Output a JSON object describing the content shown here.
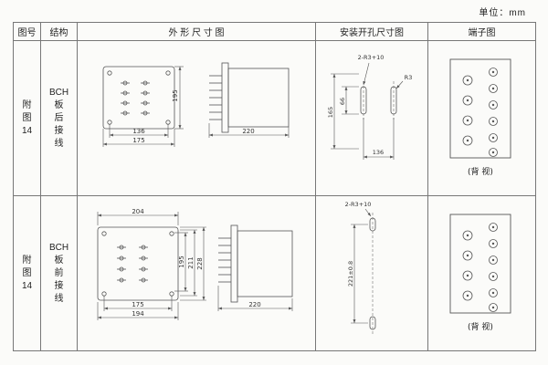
{
  "page": {
    "unit_label": "单位：mm"
  },
  "table": {
    "headers": {
      "fig_no": "图号",
      "structure": "结构",
      "outline": "外 形 尺 寸 图",
      "mounting": "安装开孔尺寸图",
      "terminal": "端子图"
    },
    "rows": [
      {
        "fig_no": [
          "附",
          "图",
          "14"
        ],
        "structure": [
          "BCH",
          "板",
          "后",
          "接",
          "线"
        ],
        "outline": {
          "front_height": "195",
          "front_width_inner": "136",
          "front_width_outer": "175",
          "side_depth": "220"
        },
        "mounting": {
          "callout": "2-R3+10",
          "radius": "R3",
          "span_outer": "165",
          "span_inner": "66",
          "width": "136"
        },
        "terminal": {
          "view_label": "(背 视)"
        }
      },
      {
        "fig_no": [
          "附",
          "图",
          "14"
        ],
        "structure": [
          "BCH",
          "板",
          "前",
          "接",
          "线"
        ],
        "outline": {
          "top_width": "204",
          "front_height": "195",
          "mid_height": "211",
          "outer_height": "228",
          "bottom_width_inner": "175",
          "bottom_width_outer": "194",
          "side_depth": "220"
        },
        "mounting": {
          "callout": "2-R3+10",
          "height": "221±0.8"
        },
        "terminal": {
          "view_label": "(背 视)"
        }
      }
    ]
  }
}
